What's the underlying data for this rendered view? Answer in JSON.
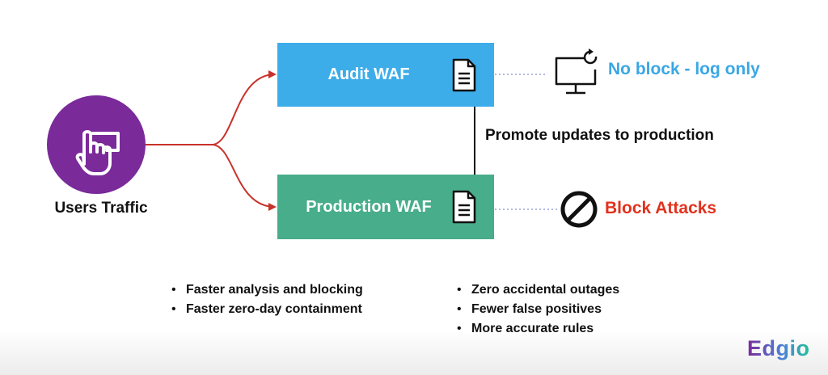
{
  "users": {
    "label": "Users Traffic",
    "icon": "hand-pointer-icon"
  },
  "audit_waf": {
    "label": "Audit WAF",
    "color": "#3dadea",
    "icon": "document-icon"
  },
  "production_waf": {
    "label": "Production WAF",
    "color": "#47ad8a",
    "icon": "document-icon"
  },
  "promote": {
    "label": "Promote updates to production"
  },
  "no_block": {
    "label": "No block - log only",
    "color": "#3aa7e4",
    "icon": "monitor-refresh-icon"
  },
  "block": {
    "label": "Block Attacks",
    "color": "#e2311d",
    "icon": "prohibited-icon"
  },
  "bullets_left": [
    "Faster analysis and blocking",
    "Faster zero-day containment"
  ],
  "bullets_right": [
    "Zero accidental outages",
    "Fewer false positives",
    "More accurate rules"
  ],
  "logo": {
    "text": "Edgio"
  },
  "colors": {
    "arrow": "#c8322a",
    "users_circle": "#7a2a99"
  }
}
